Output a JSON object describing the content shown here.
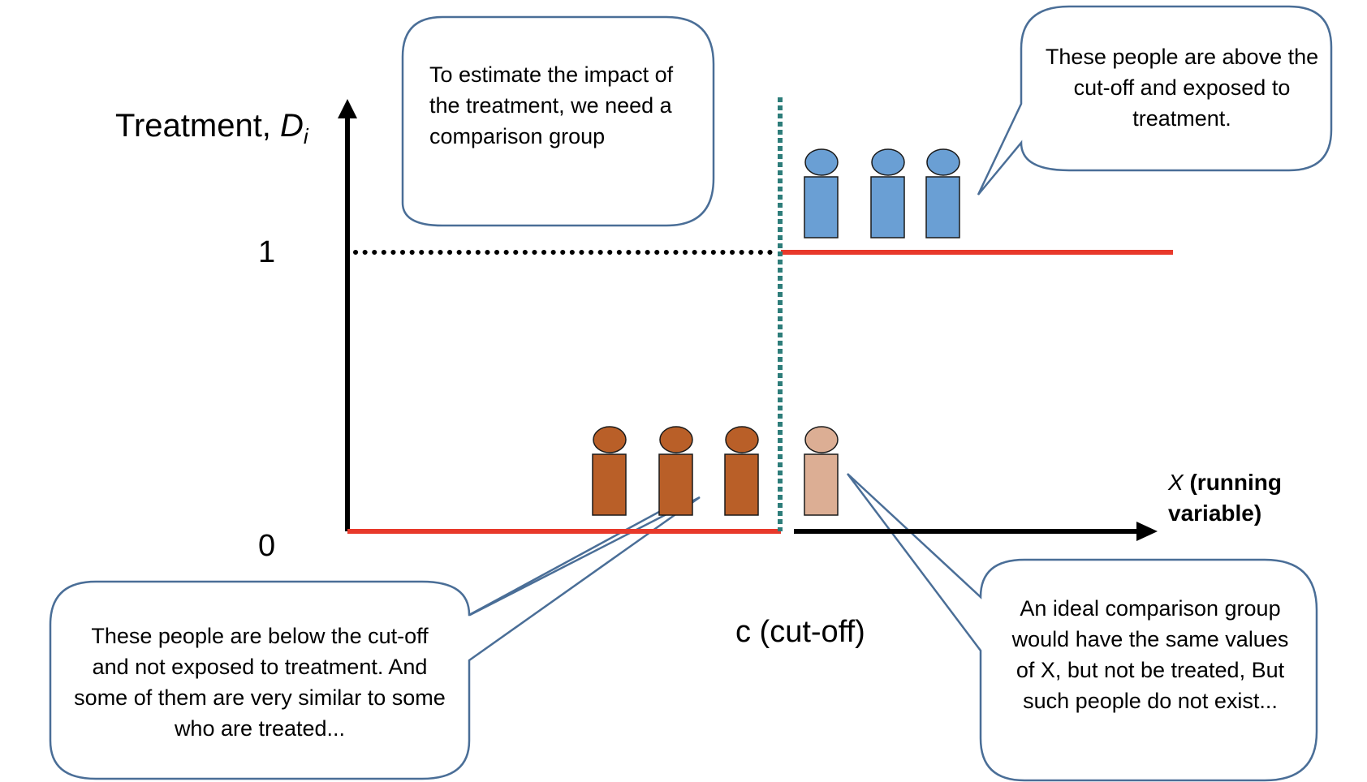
{
  "axes": {
    "y_label": "Treatment, ",
    "y_label_var": "D",
    "y_label_sub": "i",
    "y_tick_high": "1",
    "y_tick_low": "0",
    "x_label_var": "X",
    "x_label_line1": " (running",
    "x_label_line2": "variable)",
    "cutoff_label": "c (cut-off)"
  },
  "groups": {
    "treated": {
      "count": 3,
      "color": "#6a9fd4"
    },
    "untreated": {
      "count": 3,
      "color": "#b95f28"
    },
    "ideal_comparison": {
      "count": 1,
      "color": "#dcae94"
    }
  },
  "colors": {
    "treatment_line": "#e8392b",
    "cutoff_line": "#2d7d7a",
    "callout_border": "#4a6e97",
    "outline": "#1a1a1a"
  },
  "callouts": {
    "comparison": "To estimate the impact of the treatment, we need a comparison group",
    "above": "These people are above the cut-off and exposed to treatment.",
    "below": "These people are below the cut-off and not exposed to treatment. And some of them are very similar to some who are treated...",
    "ideal": "An ideal comparison group would have the same values of X, but not be treated, But such people do not exist..."
  }
}
